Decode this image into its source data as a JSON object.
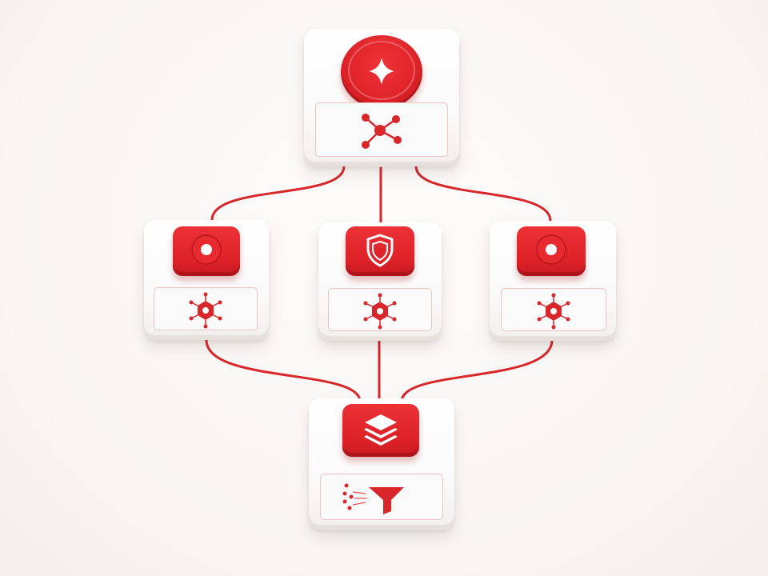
{
  "colors": {
    "accent": "#dc2127",
    "wire": "#d8262b",
    "panel_border": "#ebc7c7",
    "body": "#ffffff",
    "background": "#f8f5f2"
  },
  "nodes": [
    {
      "id": "top",
      "button_icon": "sparkle-icon",
      "panel_icon": "network-hub-icon"
    },
    {
      "id": "left",
      "button_icon": "record-dot-icon",
      "panel_icon": "hexagon-nodes-icon"
    },
    {
      "id": "center",
      "button_icon": "shield-icon",
      "panel_icon": "hexagon-nodes-icon"
    },
    {
      "id": "right",
      "button_icon": "record-dot-icon",
      "panel_icon": "hexagon-nodes-icon"
    },
    {
      "id": "bottom",
      "button_icon": "layers-stack-icon",
      "panel_icon": "filter-funnel-icon"
    }
  ],
  "connections": [
    {
      "from": "top",
      "to": "left"
    },
    {
      "from": "top",
      "to": "center"
    },
    {
      "from": "top",
      "to": "right"
    },
    {
      "from": "left",
      "to": "bottom"
    },
    {
      "from": "center",
      "to": "bottom"
    },
    {
      "from": "right",
      "to": "bottom"
    }
  ]
}
